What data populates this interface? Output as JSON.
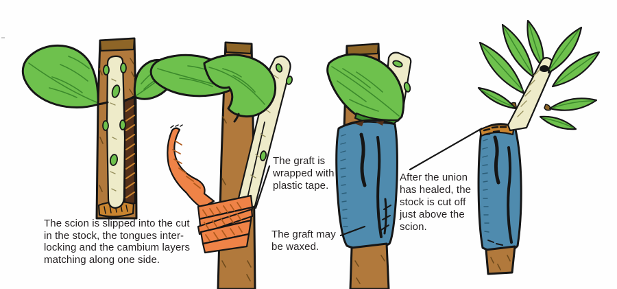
{
  "palette": {
    "background": "#fefefe",
    "outline": "#161616",
    "text_color": "#231f20",
    "stock_brown": "#b1793c",
    "stock_brown_dark": "#8e6527",
    "stock_brown_deep": "#6f4b1c",
    "scion_cream": "#eeebc9",
    "leaf_green": "#6ec14d",
    "leaf_green_dark": "#3c8a2c",
    "tape_orange": "#ef8347",
    "tape_orange_dark": "#b05a1c",
    "wax_blue": "#4f8bae",
    "wax_blue_dark": "#2c5e78",
    "cut_orange": "#c9842f",
    "cut_shadow": "#53301a"
  },
  "captions": {
    "scion_inserted": "The scion is slipped into the cut\nin the stock, the tongues inter-\nlocking and the cambium layers\nmatching along one side.",
    "graft_wrapped": "The graft is\nwrapped with\nplastic tape.",
    "graft_waxed": "The graft may\nbe waxed.",
    "after_union": "After the union\nhas healed, the\nstock is cut off\njust above the\nscion."
  }
}
